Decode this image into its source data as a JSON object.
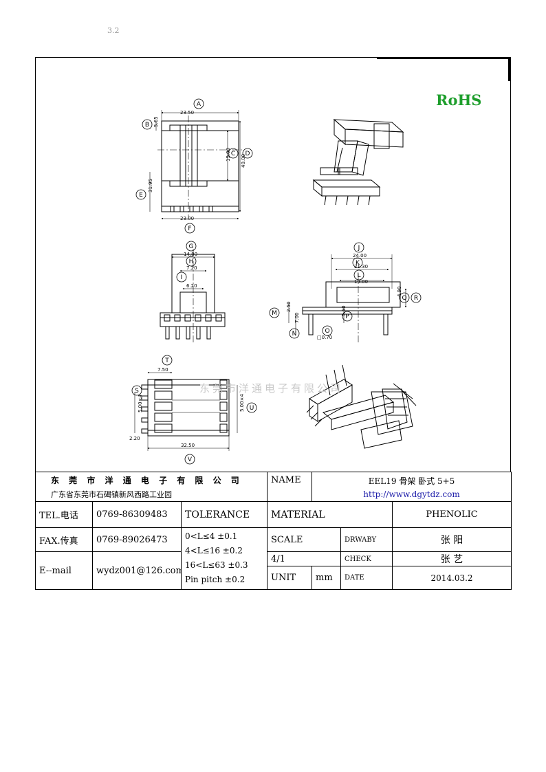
{
  "page": {
    "corner_mark": "3.2",
    "rohs_label": "RoHS",
    "watermark": "东莞市洋通电子有限公司"
  },
  "drawing": {
    "dims": {
      "top_width": "23.50",
      "top_flange": "5.65",
      "overall_height": "40.00",
      "inner_height": "19.00",
      "lower_height": "31.95",
      "bottom_width": "23.00",
      "side_overall": "14.80",
      "side_inner": "7.20",
      "side_core": "6.20",
      "front_overall": "24.00",
      "front_mid": "21.30",
      "front_window": "19.00",
      "right_height": "4.90",
      "flange_thk": "5.50",
      "pin_offset": "2.50",
      "pin_length": "7.00",
      "pin_size": "□0.70",
      "bottom_lead": "7.50",
      "pitch_left": "5.00×4",
      "pitch_right": "5.00×4",
      "bottom_edge": "2.20",
      "bottom_span": "32.50"
    },
    "balloons": [
      "A",
      "B",
      "C",
      "D",
      "E",
      "F",
      "G",
      "H",
      "I",
      "J",
      "K",
      "L",
      "M",
      "N",
      "O",
      "P",
      "Q",
      "R",
      "S",
      "T",
      "U",
      "V"
    ]
  },
  "titleblock": {
    "company_name": "东 莞 市 洋 通 电 子 有 限 公 司",
    "company_address": "广东省东莞市石碣镇新风西路工业园",
    "name_label": "NAME",
    "part_name": "EEL19 骨架 卧式 5+5",
    "website": "http://www.dgytdz.com",
    "tel_label": "TEL.电话",
    "tel_value": "0769-86309483",
    "tolerance_label": "TOLERANCE",
    "material_label": "MATERIAL",
    "material_value": "PHENOLIC",
    "fax_label": "FAX.传真",
    "fax_value": "0769-89026473",
    "tol_1": "0<L≤4   ±0.1",
    "tol_2": "4<L≤16  ±0.2",
    "tol_3": "16<L≤63  ±0.3",
    "tol_4": "Pin pitch  ±0.2",
    "scale_label": "SCALE",
    "scale_value": "4/1",
    "drawby_label": "DRWABY",
    "drawby_value": "张 阳",
    "check_label": "CHECK",
    "check_value": "张 艺",
    "email_label": "E--mail",
    "email_value": "wydz001@126.com",
    "unit_label": "UNIT",
    "unit_value": "mm",
    "date_label": "DATE",
    "date_value": "2014.03.2"
  }
}
